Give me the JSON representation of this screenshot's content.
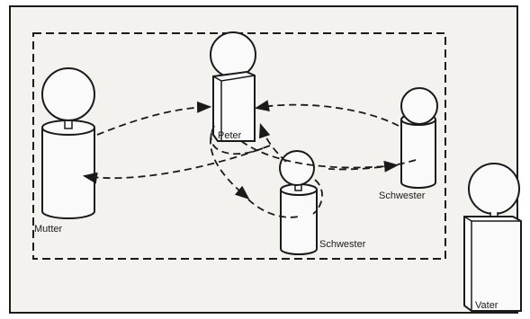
{
  "diagram": {
    "figures": [
      {
        "id": "mutter",
        "label": "Mutter"
      },
      {
        "id": "peter",
        "label": "Peter"
      },
      {
        "id": "schwester-right",
        "label": "Schwester"
      },
      {
        "id": "schwester-middle",
        "label": "Schwester"
      },
      {
        "id": "vater",
        "label": "Vater"
      }
    ],
    "colors": {
      "ink": "#1a1a1a",
      "paper": "#f4f2ee",
      "figure_fill": "#fafafa"
    }
  }
}
